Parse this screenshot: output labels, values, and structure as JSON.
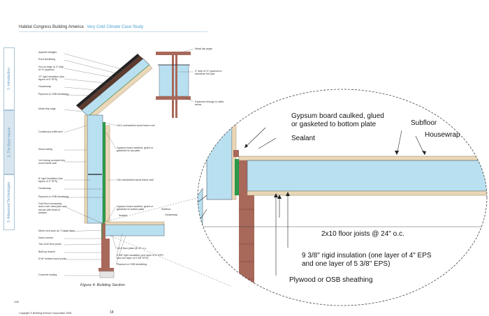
{
  "header": {
    "title": "Habitat Congress Building America",
    "subtitle": "Very Cold Climate Case Study"
  },
  "side_tabs": [
    "1- Introduction",
    "2- The Base House",
    "3- Advanced Technologies"
  ],
  "section_labels": {
    "asphalt_shingles": "Asphalt shingles",
    "roof_sheathing": "Roof sheathing",
    "vent_spacer": "2x4 on edge or 4\" strip of ½\" plywood",
    "rigid_roof": "12\" rigid insulation (two layers of 6\" EPS)",
    "housewrap_roof": "Housewrap",
    "plywood_roof": "Plywood or OSB sheathing",
    "drip_edge": "Metal drip edge",
    "soffit_vent": "Continuous soffit vent",
    "roof_truss": "2x10 unsheathed wood frame roof",
    "gypsum_top": "Gypsum board caulked, glued or gasketed to top plate",
    "wood_siding": "Wood siding",
    "furring": "1x4 furring screwed into wood frame wall",
    "rigid_wall": "8\" rigid insulation (two layers of 4\" EPS)",
    "housewrap_wall": "Housewrap",
    "plywood_wall": "Plywood or OSB sheathing",
    "wall_frame": "2x6 unsheathed wood frame wall",
    "fold_housewrap": "Fold floor housewrap down over band joist and secure with bead of sealant",
    "gypsum_bottom": "Gypsum board caulked, glued or gasketed to bottom plate",
    "subfloor": "Subfloor",
    "sealant": "Sealant",
    "housewrap_floor": "Housewrap",
    "mesh_vent": "Mesh vent such as \"Cobra\" Vent",
    "insect_screen": "Insect screen",
    "floor_joists": "Two 2x10 floor joists",
    "built_up_beams": "Built-up beams",
    "posts": "6\"x6\" treated wood posts",
    "concrete_footing": "Concrete footing",
    "joists_note": "2x10 floor joists @ 24\" o.c.",
    "floor_insulation": "9 3/8\" rigid insulation (one layer of 4\" EPS and one layer of 5 3/8\" EPS)",
    "plywood_floor": "Plywood or OSB sheathing"
  },
  "detail_labels": {
    "metal_clip": "Metal clip angle",
    "strip": "4\" strip of ½\" plywood to distribute the load",
    "fastened": "Fastened through to rafter below"
  },
  "zoom_labels": {
    "gypsum_line1": "Gypsum board caulked, glued",
    "gypsum_line2": "or gasketed to bottom plate",
    "subfloor": "Subfloor",
    "sealant": "Sealant",
    "housewrap": "Housewrap",
    "joists": "2x10 floor joists @ 24\" o.c.",
    "insul_line1": "9 3/8\" rigid insulation (one layer of 4\" EPS",
    "insul_line2": "and one layer of 5 3/8\" EPS)",
    "plywood": "Plywood or OSB sheathing"
  },
  "caption": "Figure 4: Building Section",
  "footer": {
    "copyright": "Copyright © Building Science Corporation 2006",
    "page": "18",
    "small": "1/40"
  },
  "colors": {
    "insulation": "#b9e0f0",
    "wood": "#a8685a",
    "housewrap": "#2a9a48",
    "frame": "#ead7b7",
    "accent": "#4a9fd0"
  }
}
